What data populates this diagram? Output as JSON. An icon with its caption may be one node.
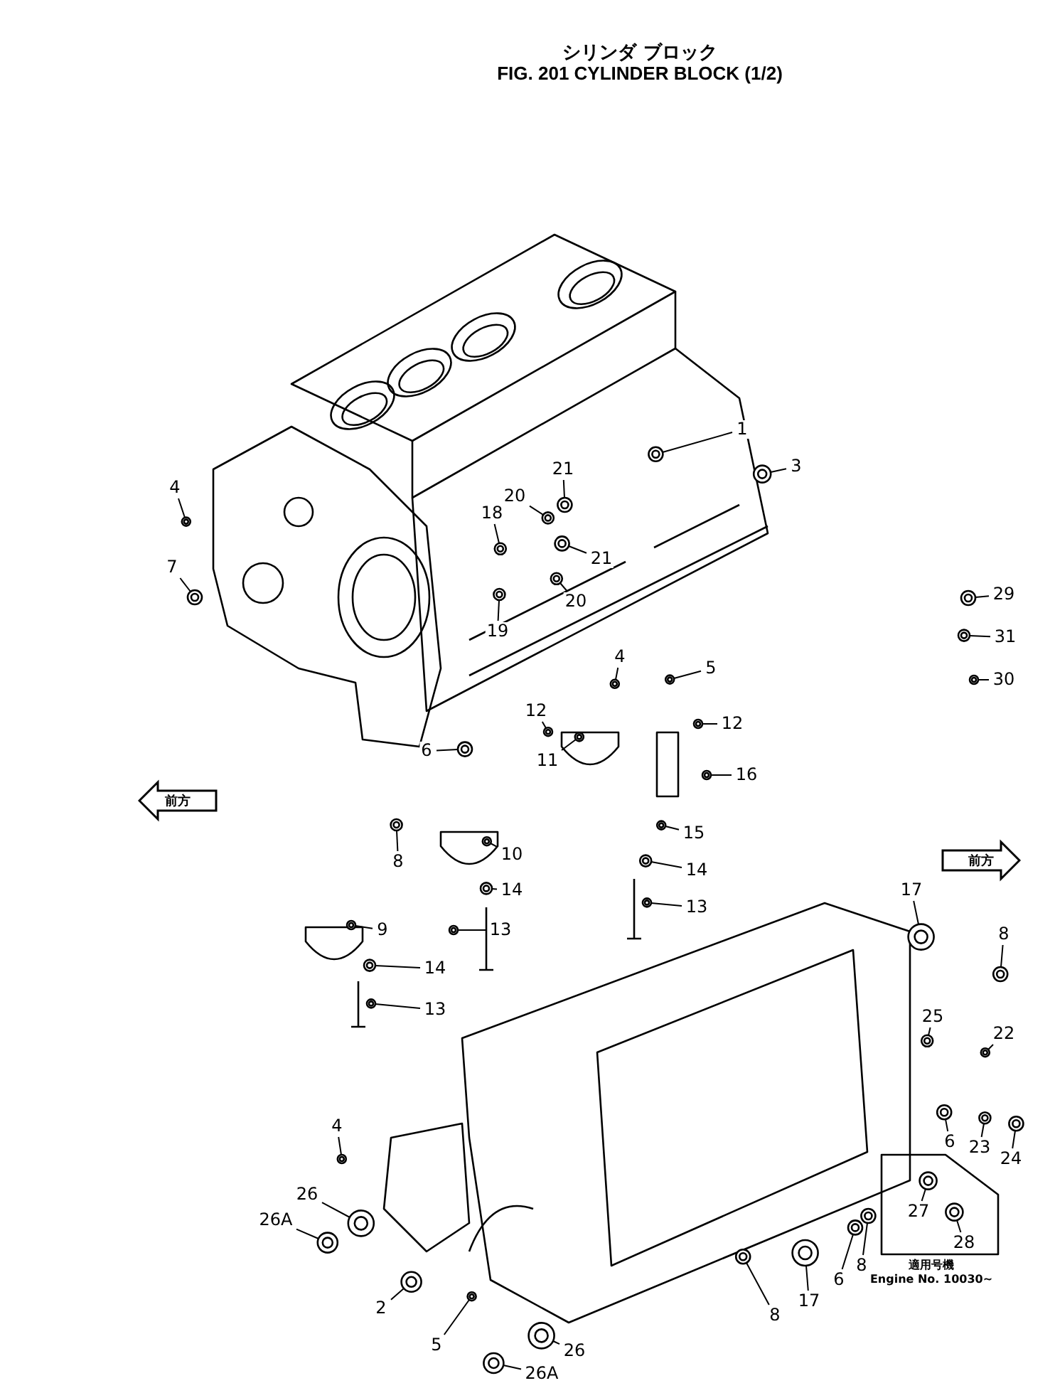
{
  "diagram": {
    "title": "FIG. 201 CYLINDER BLOCK (1/2)",
    "nodes": [
      {
        "text": [
          "1"
        ]
      },
      {
        "text": [
          "3"
        ]
      },
      {
        "text": [
          "4"
        ]
      },
      {
        "text": [
          "7"
        ]
      },
      {
        "text": [
          "18"
        ]
      },
      {
        "text": [
          "20"
        ]
      },
      {
        "text": [
          "21"
        ]
      },
      {
        "text": [
          "21"
        ]
      },
      {
        "text": [
          "20"
        ]
      },
      {
        "text": [
          "19"
        ]
      },
      {
        "text": [
          "4"
        ]
      },
      {
        "text": [
          "5"
        ]
      },
      {
        "text": [
          "29"
        ]
      },
      {
        "text": [
          "31"
        ]
      },
      {
        "text": [
          "30"
        ]
      },
      {
        "text": [
          "12"
        ]
      },
      {
        "text": [
          "12"
        ]
      },
      {
        "text": [
          "6"
        ]
      },
      {
        "text": [
          "11"
        ]
      },
      {
        "text": [
          "16"
        ]
      },
      {
        "text": [
          "8"
        ]
      },
      {
        "text": [
          "15"
        ]
      },
      {
        "text": [
          "10"
        ]
      },
      {
        "text": [
          "14"
        ]
      },
      {
        "text": [
          "9"
        ]
      },
      {
        "text": [
          "14"
        ]
      },
      {
        "text": [
          "13"
        ]
      },
      {
        "text": [
          "13"
        ]
      },
      {
        "text": [
          "14"
        ]
      },
      {
        "text": [
          "13"
        ]
      },
      {
        "text": [
          "17"
        ]
      },
      {
        "text": [
          "8"
        ]
      },
      {
        "text": [
          "25"
        ]
      },
      {
        "text": [
          "22"
        ]
      },
      {
        "text": [
          "6"
        ]
      },
      {
        "text": [
          "23"
        ]
      },
      {
        "text": [
          "24"
        ]
      },
      {
        "text": [
          "4"
        ]
      },
      {
        "text": [
          "26"
        ]
      },
      {
        "text": [
          "26A"
        ]
      },
      {
        "text": [
          "27"
        ]
      },
      {
        "text": [
          "28"
        ]
      },
      {
        "text": [
          "8"
        ]
      },
      {
        "text": [
          "17"
        ]
      },
      {
        "text": [
          "6"
        ]
      },
      {
        "text": [
          "8"
        ]
      },
      {
        "text": [
          "2"
        ]
      },
      {
        "text": [
          "5"
        ]
      },
      {
        "text": [
          "26"
        ]
      },
      {
        "text": [
          "26A"
        ]
      },
      {
        "text": [
          "前方"
        ]
      },
      {
        "text": [
          "前方"
        ]
      },
      {
        "text": [],
        "shape": "picture"
      },
      {
        "text": [],
        "shape": "picture"
      },
      {
        "text": [],
        "shape": "picture"
      },
      {
        "text": [],
        "shape": "picture"
      },
      {
        "text": [],
        "shape": "picture"
      },
      {
        "text": [],
        "shape": "picture"
      },
      {
        "text": [],
        "shape": "picture"
      },
      {
        "text": [],
        "shape": "picture"
      },
      {
        "text": [],
        "shape": "picture"
      },
      {
        "text": [],
        "shape": "picture"
      },
      {
        "text": [],
        "shape": "picture"
      },
      {
        "text": [],
        "shape": "picture"
      },
      {
        "text": [],
        "shape": "picture"
      },
      {
        "text": [],
        "shape": "picture"
      },
      {
        "text": [],
        "shape": "picture"
      },
      {
        "text": [],
        "shape": "picture"
      },
      {
        "text": [],
        "shape": "picture"
      },
      {
        "text": [],
        "shape": "picture"
      },
      {
        "text": [],
        "shape": "picture"
      },
      {
        "text": [],
        "shape": "picture"
      },
      {
        "text": [],
        "shape": "picture"
      },
      {
        "text": [],
        "shape": "picture"
      },
      {
        "text": [],
        "shape": "picture"
      },
      {
        "text": [],
        "shape": "picture"
      },
      {
        "text": [],
        "shape": "picture"
      },
      {
        "text": [],
        "shape": "picture"
      },
      {
        "text": [],
        "shape": "picture"
      },
      {
        "text": [],
        "shape": "picture"
      },
      {
        "text": [],
        "shape": "picture"
      },
      {
        "text": [],
        "shape": "picture"
      },
      {
        "text": [],
        "shape": "picture"
      },
      {
        "text": [],
        "shape": "picture"
      },
      {
        "text": [],
        "shape": "picture"
      },
      {
        "text": [],
        "shape": "picture"
      },
      {
        "text": [],
        "shape": "picture"
      },
      {
        "text": [],
        "shape": "picture"
      },
      {
        "text": [],
        "shape": "picture"
      },
      {
        "text": [],
        "shape": "picture"
      },
      {
        "text": [],
        "shape": "picture"
      },
      {
        "text": [],
        "shape": "picture"
      },
      {
        "text": [],
        "shape": "picture"
      },
      {
        "text": [],
        "shape": "picture"
      },
      {
        "text": [],
        "shape": "picture"
      },
      {
        "text": [],
        "shape": "picture"
      },
      {
        "text": [],
        "shape": "picture"
      },
      {
        "text": [],
        "shape": "picture"
      },
      {
        "text": [],
        "shape": "picture"
      },
      {
        "text": [],
        "shape": "picture"
      },
      {
        "text": [],
        "shape": "picture"
      },
      {
        "text": [],
        "shape": "picture"
      }
    ],
    "edges": [
      {
        "from": 0,
        "to": 52,
        "arrow": "none"
      },
      {
        "from": 1,
        "to": 53,
        "arrow": "none"
      },
      {
        "from": 2,
        "to": 54,
        "arrow": "none"
      },
      {
        "from": 3,
        "to": 55,
        "arrow": "none"
      },
      {
        "from": 4,
        "to": 56,
        "arrow": "none"
      },
      {
        "from": 5,
        "to": 57,
        "arrow": "none"
      },
      {
        "from": 6,
        "to": 58,
        "arrow": "none"
      },
      {
        "from": 7,
        "to": 59,
        "arrow": "none"
      },
      {
        "from": 8,
        "to": 60,
        "arrow": "none"
      },
      {
        "from": 9,
        "to": 61,
        "arrow": "none"
      },
      {
        "from": 10,
        "to": 62,
        "arrow": "none"
      },
      {
        "from": 11,
        "to": 63,
        "arrow": "none"
      },
      {
        "from": 12,
        "to": 64,
        "arrow": "none"
      },
      {
        "from": 13,
        "to": 65,
        "arrow": "none"
      },
      {
        "from": 14,
        "to": 66,
        "arrow": "none"
      },
      {
        "from": 15,
        "to": 67,
        "arrow": "none"
      },
      {
        "from": 16,
        "to": 68,
        "arrow": "none"
      },
      {
        "from": 17,
        "to": 69,
        "arrow": "none"
      },
      {
        "from": 18,
        "to": 70,
        "arrow": "none"
      },
      {
        "from": 19,
        "to": 71,
        "arrow": "none"
      },
      {
        "from": 20,
        "to": 72,
        "arrow": "none"
      },
      {
        "from": 21,
        "to": 73,
        "arrow": "none"
      },
      {
        "from": 22,
        "to": 74,
        "arrow": "none"
      },
      {
        "from": 23,
        "to": 75,
        "arrow": "none"
      },
      {
        "from": 24,
        "to": 76,
        "arrow": "none"
      },
      {
        "from": 25,
        "to": 77,
        "arrow": "none"
      },
      {
        "from": 26,
        "to": 78,
        "arrow": "none"
      },
      {
        "from": 27,
        "to": 79,
        "arrow": "none"
      },
      {
        "from": 28,
        "to": 80,
        "arrow": "none"
      },
      {
        "from": 29,
        "to": 81,
        "arrow": "none"
      },
      {
        "from": 30,
        "to": 82,
        "arrow": "none"
      },
      {
        "from": 31,
        "to": 83,
        "arrow": "none"
      },
      {
        "from": 32,
        "to": 84,
        "arrow": "none"
      },
      {
        "from": 33,
        "to": 85,
        "arrow": "none"
      },
      {
        "from": 34,
        "to": 86,
        "arrow": "none"
      },
      {
        "from": 35,
        "to": 87,
        "arrow": "none"
      },
      {
        "from": 36,
        "to": 88,
        "arrow": "none"
      },
      {
        "from": 37,
        "to": 89,
        "arrow": "none"
      },
      {
        "from": 38,
        "to": 90,
        "arrow": "none"
      },
      {
        "from": 39,
        "to": 91,
        "arrow": "none"
      },
      {
        "from": 40,
        "to": 92,
        "arrow": "none"
      },
      {
        "from": 41,
        "to": 93,
        "arrow": "none"
      },
      {
        "from": 42,
        "to": 94,
        "arrow": "none"
      },
      {
        "from": 43,
        "to": 95,
        "arrow": "none"
      },
      {
        "from": 44,
        "to": 96,
        "arrow": "none"
      },
      {
        "from": 45,
        "to": 97,
        "arrow": "none"
      },
      {
        "from": 46,
        "to": 98,
        "arrow": "none"
      },
      {
        "from": 47,
        "to": 99,
        "arrow": "none"
      },
      {
        "from": 48,
        "to": 100,
        "arrow": "none"
      },
      {
        "from": 49,
        "to": 101,
        "arrow": "none"
      }
    ],
    "labels": [
      "シリンダ ブロック",
      "適用号機",
      "Engine No. 10030~"
    ]
  }
}
